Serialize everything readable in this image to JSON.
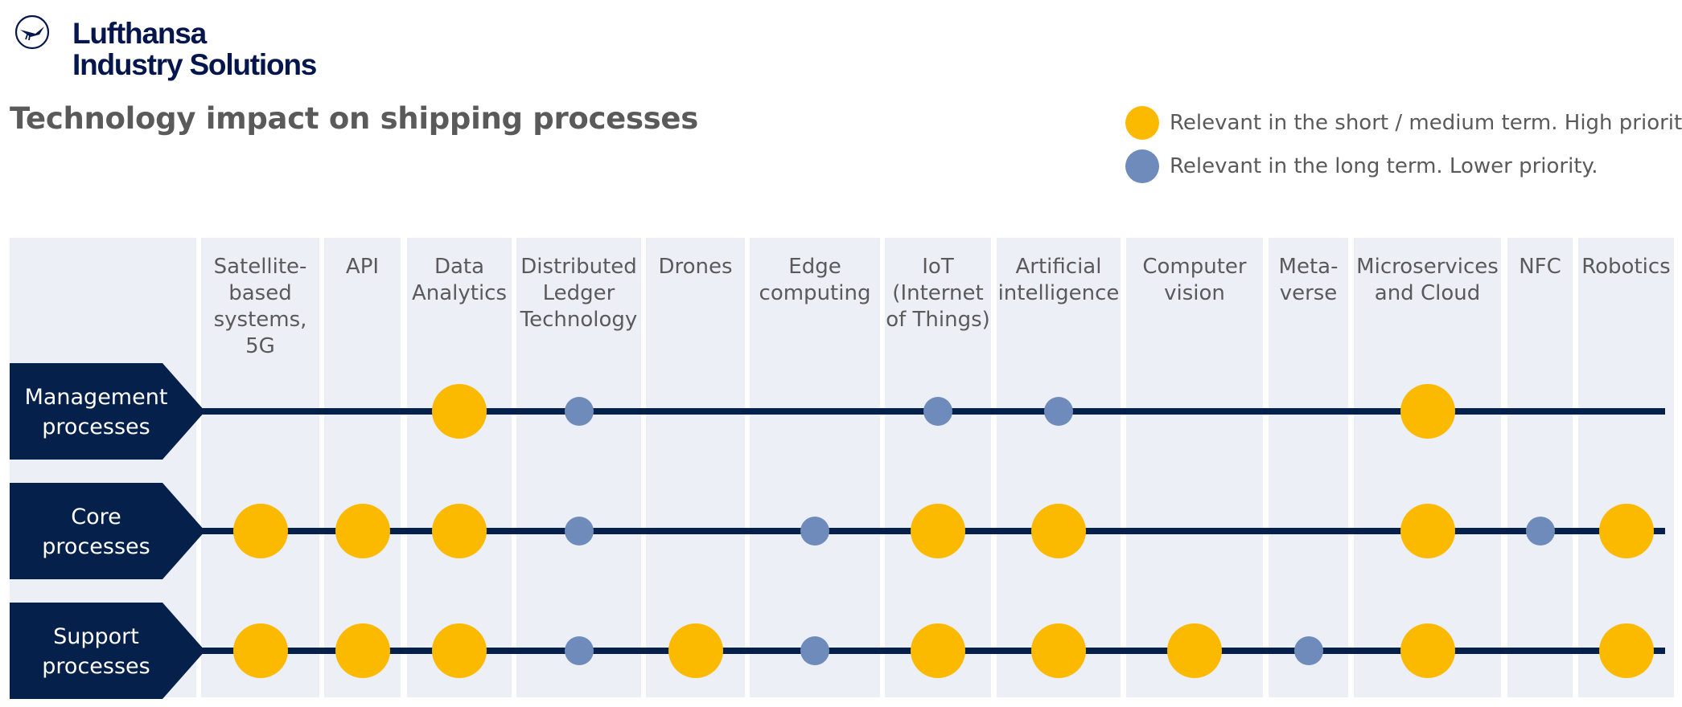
{
  "brand": {
    "line1": "Lufthansa",
    "line2": "Industry Solutions",
    "logo_icon": "crane-icon",
    "color": "#05164d"
  },
  "title": "Technology impact on shipping processes",
  "legend": [
    {
      "key": "high",
      "label": "Relevant in the short / medium term. High priority.",
      "color": "#fbb900"
    },
    {
      "key": "low",
      "label": "Relevant in the long term. Lower priority.",
      "color": "#6e8bbb"
    }
  ],
  "columns": [
    {
      "label": "Satellite-\nbased\nsystems,\n5G"
    },
    {
      "label": "API"
    },
    {
      "label": "Data\nAnalytics"
    },
    {
      "label": "Distributed\nLedger\nTechnology"
    },
    {
      "label": "Drones"
    },
    {
      "label": "Edge\ncomputing"
    },
    {
      "label": "IoT\n(Internet\nof Things)"
    },
    {
      "label": "Artificial\nintelligence"
    },
    {
      "label": "Computer\nvision"
    },
    {
      "label": "Meta-\nverse"
    },
    {
      "label": "Microservices\nand Cloud"
    },
    {
      "label": "NFC"
    },
    {
      "label": "Robotics"
    }
  ],
  "rows": [
    {
      "label": "Management\nprocesses",
      "cells": [
        "",
        "",
        "high",
        "low",
        "",
        "",
        "low",
        "low",
        "",
        "",
        "high",
        "",
        ""
      ]
    },
    {
      "label": "Core\nprocesses",
      "cells": [
        "high",
        "high",
        "high",
        "low",
        "",
        "low",
        "high",
        "high",
        "",
        "",
        "high",
        "low",
        "high"
      ]
    },
    {
      "label": "Support\nprocesses",
      "cells": [
        "high",
        "high",
        "high",
        "low",
        "high",
        "low",
        "high",
        "high",
        "high",
        "low",
        "high",
        "",
        "high"
      ]
    }
  ],
  "colors": {
    "navy": "#05204a",
    "column_bg": "#eceff6",
    "high": "#fbb900",
    "low": "#6e8bbb"
  }
}
